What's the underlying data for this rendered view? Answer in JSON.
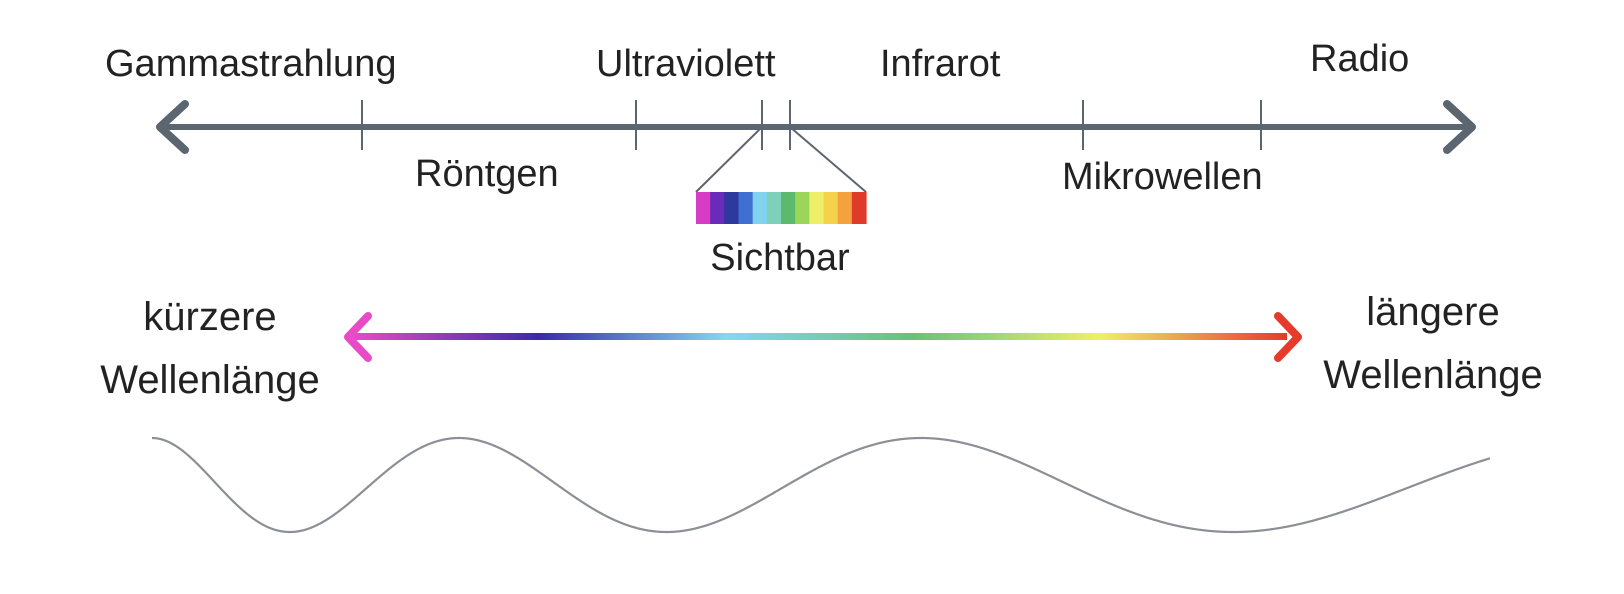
{
  "spectrum": {
    "bands_above": {
      "gamma": "Gammastrahlung",
      "ultraviolet": "Ultraviolett",
      "infrared": "Infrarot",
      "radio": "Radio"
    },
    "bands_below": {
      "xray": "Röntgen",
      "microwave": "Mikrowellen"
    },
    "visible": {
      "label": "Sichtbar",
      "colors": [
        "#d63cc6",
        "#6a2bb8",
        "#2d3a9c",
        "#3f6fd1",
        "#7fd3ec",
        "#7fd0b8",
        "#5cba6e",
        "#9bd65a",
        "#eef06a",
        "#f6d24a",
        "#f4a23e",
        "#e03a2a"
      ]
    },
    "axis_color": "#5c6670"
  },
  "wavelength": {
    "short_label_line1": "kürzere",
    "short_label_line2": "Wellenlänge",
    "long_label_line1": "längere",
    "long_label_line2": "Wellenlänge",
    "gradient_colors": [
      "#e84bc7",
      "#3a2ba8",
      "#82d8f2",
      "#67c27a",
      "#eef06a",
      "#e63a2a"
    ]
  },
  "wave": {
    "color": "#8a9096"
  }
}
